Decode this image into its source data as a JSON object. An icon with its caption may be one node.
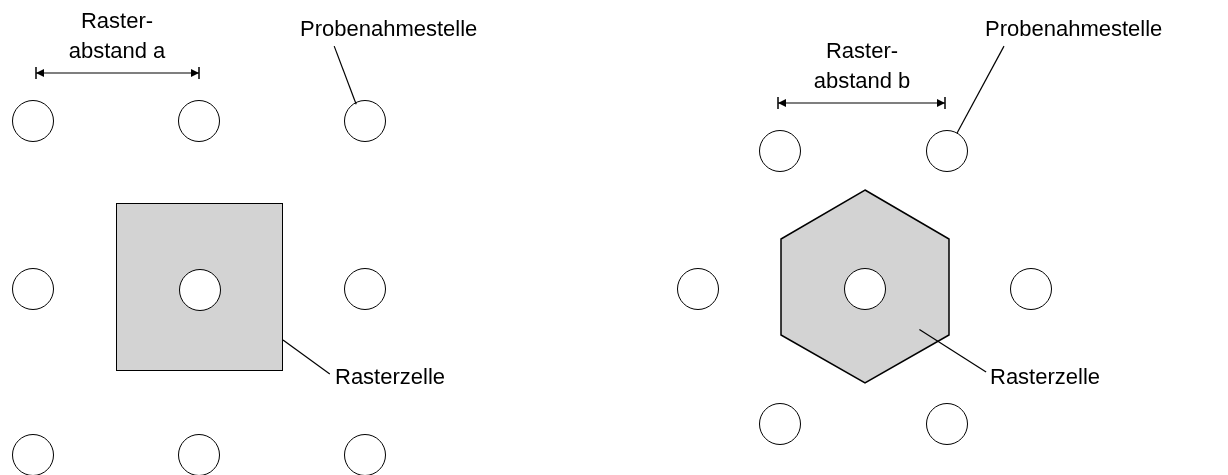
{
  "diagram": {
    "nodes": [
      {
        "text": [
          "Probenahmestelle"
        ]
      },
      {
        "text": [],
        "shape": "circle"
      },
      {
        "text": [],
        "shape": "circle"
      },
      {
        "text": [],
        "shape": "circle"
      },
      {
        "text": [],
        "shape": "box"
      },
      {
        "text": [],
        "shape": "circle"
      },
      {
        "text": [],
        "shape": "circle",
        "in": 4
      },
      {
        "text": [],
        "shape": "circle"
      },
      {
        "text": [],
        "shape": "circle"
      },
      {
        "text": [],
        "shape": "circle"
      },
      {
        "text": [],
        "shape": "circle"
      },
      {
        "text": [
          "Rasterzelle"
        ]
      },
      {
        "text": [
          "Probenahmestelle"
        ]
      },
      {
        "text": [],
        "shape": "circle"
      },
      {
        "text": [],
        "shape": "circle"
      },
      {
        "text": [],
        "shape": "hexagon"
      },
      {
        "text": [],
        "shape": "circle"
      },
      {
        "text": [],
        "shape": "circle",
        "in": 15
      },
      {
        "text": [],
        "shape": "circle"
      },
      {
        "text": [
          "Rasterzelle"
        ]
      },
      {
        "text": [],
        "shape": "circle"
      },
      {
        "text": [],
        "shape": "circle"
      }
    ],
    "edges": [
      {
        "from": 0,
        "to": 3,
        "arrow": "none"
      },
      {
        "from": 11,
        "to": 4,
        "arrow": "none"
      },
      {
        "from": 12,
        "to": 14,
        "arrow": "none"
      },
      {
        "from": 19,
        "to": 15,
        "arrow": "none"
      }
    ],
    "labels": [
      "Raster- abstand a",
      "Raster- abstand b"
    ]
  }
}
